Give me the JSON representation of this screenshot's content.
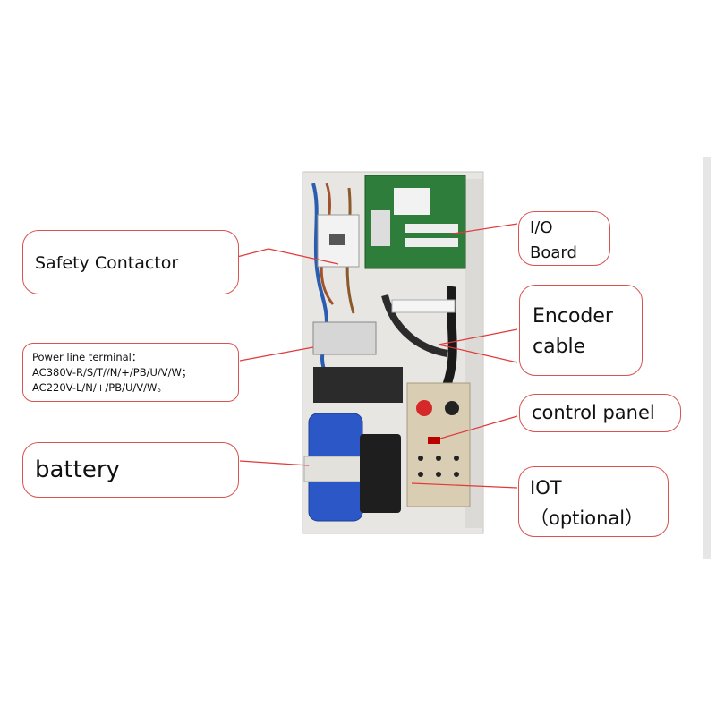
{
  "labels": {
    "safety_contactor": "Safety Contactor",
    "power_line_terminal": "Power line terminal：\nAC380V-R/S/T//N/+/PB/U/V/W；\nAC220V-L/N/+/PB/U/V/W。",
    "battery": "battery",
    "io_board": "I/O\nBoard",
    "encoder_cable": "Encoder\ncable",
    "control_panel": "control panel",
    "iot": "IOT\n（optional）"
  },
  "colors": {
    "callout_border": "#d9534f",
    "leader_line": "#e03a3a",
    "cabinet_body": "#e8e6e2",
    "pcb_green": "#2e7d3a",
    "battery_blue": "#2b58c6",
    "panel_tan": "#d9cdb3",
    "estop_red": "#d62828"
  }
}
